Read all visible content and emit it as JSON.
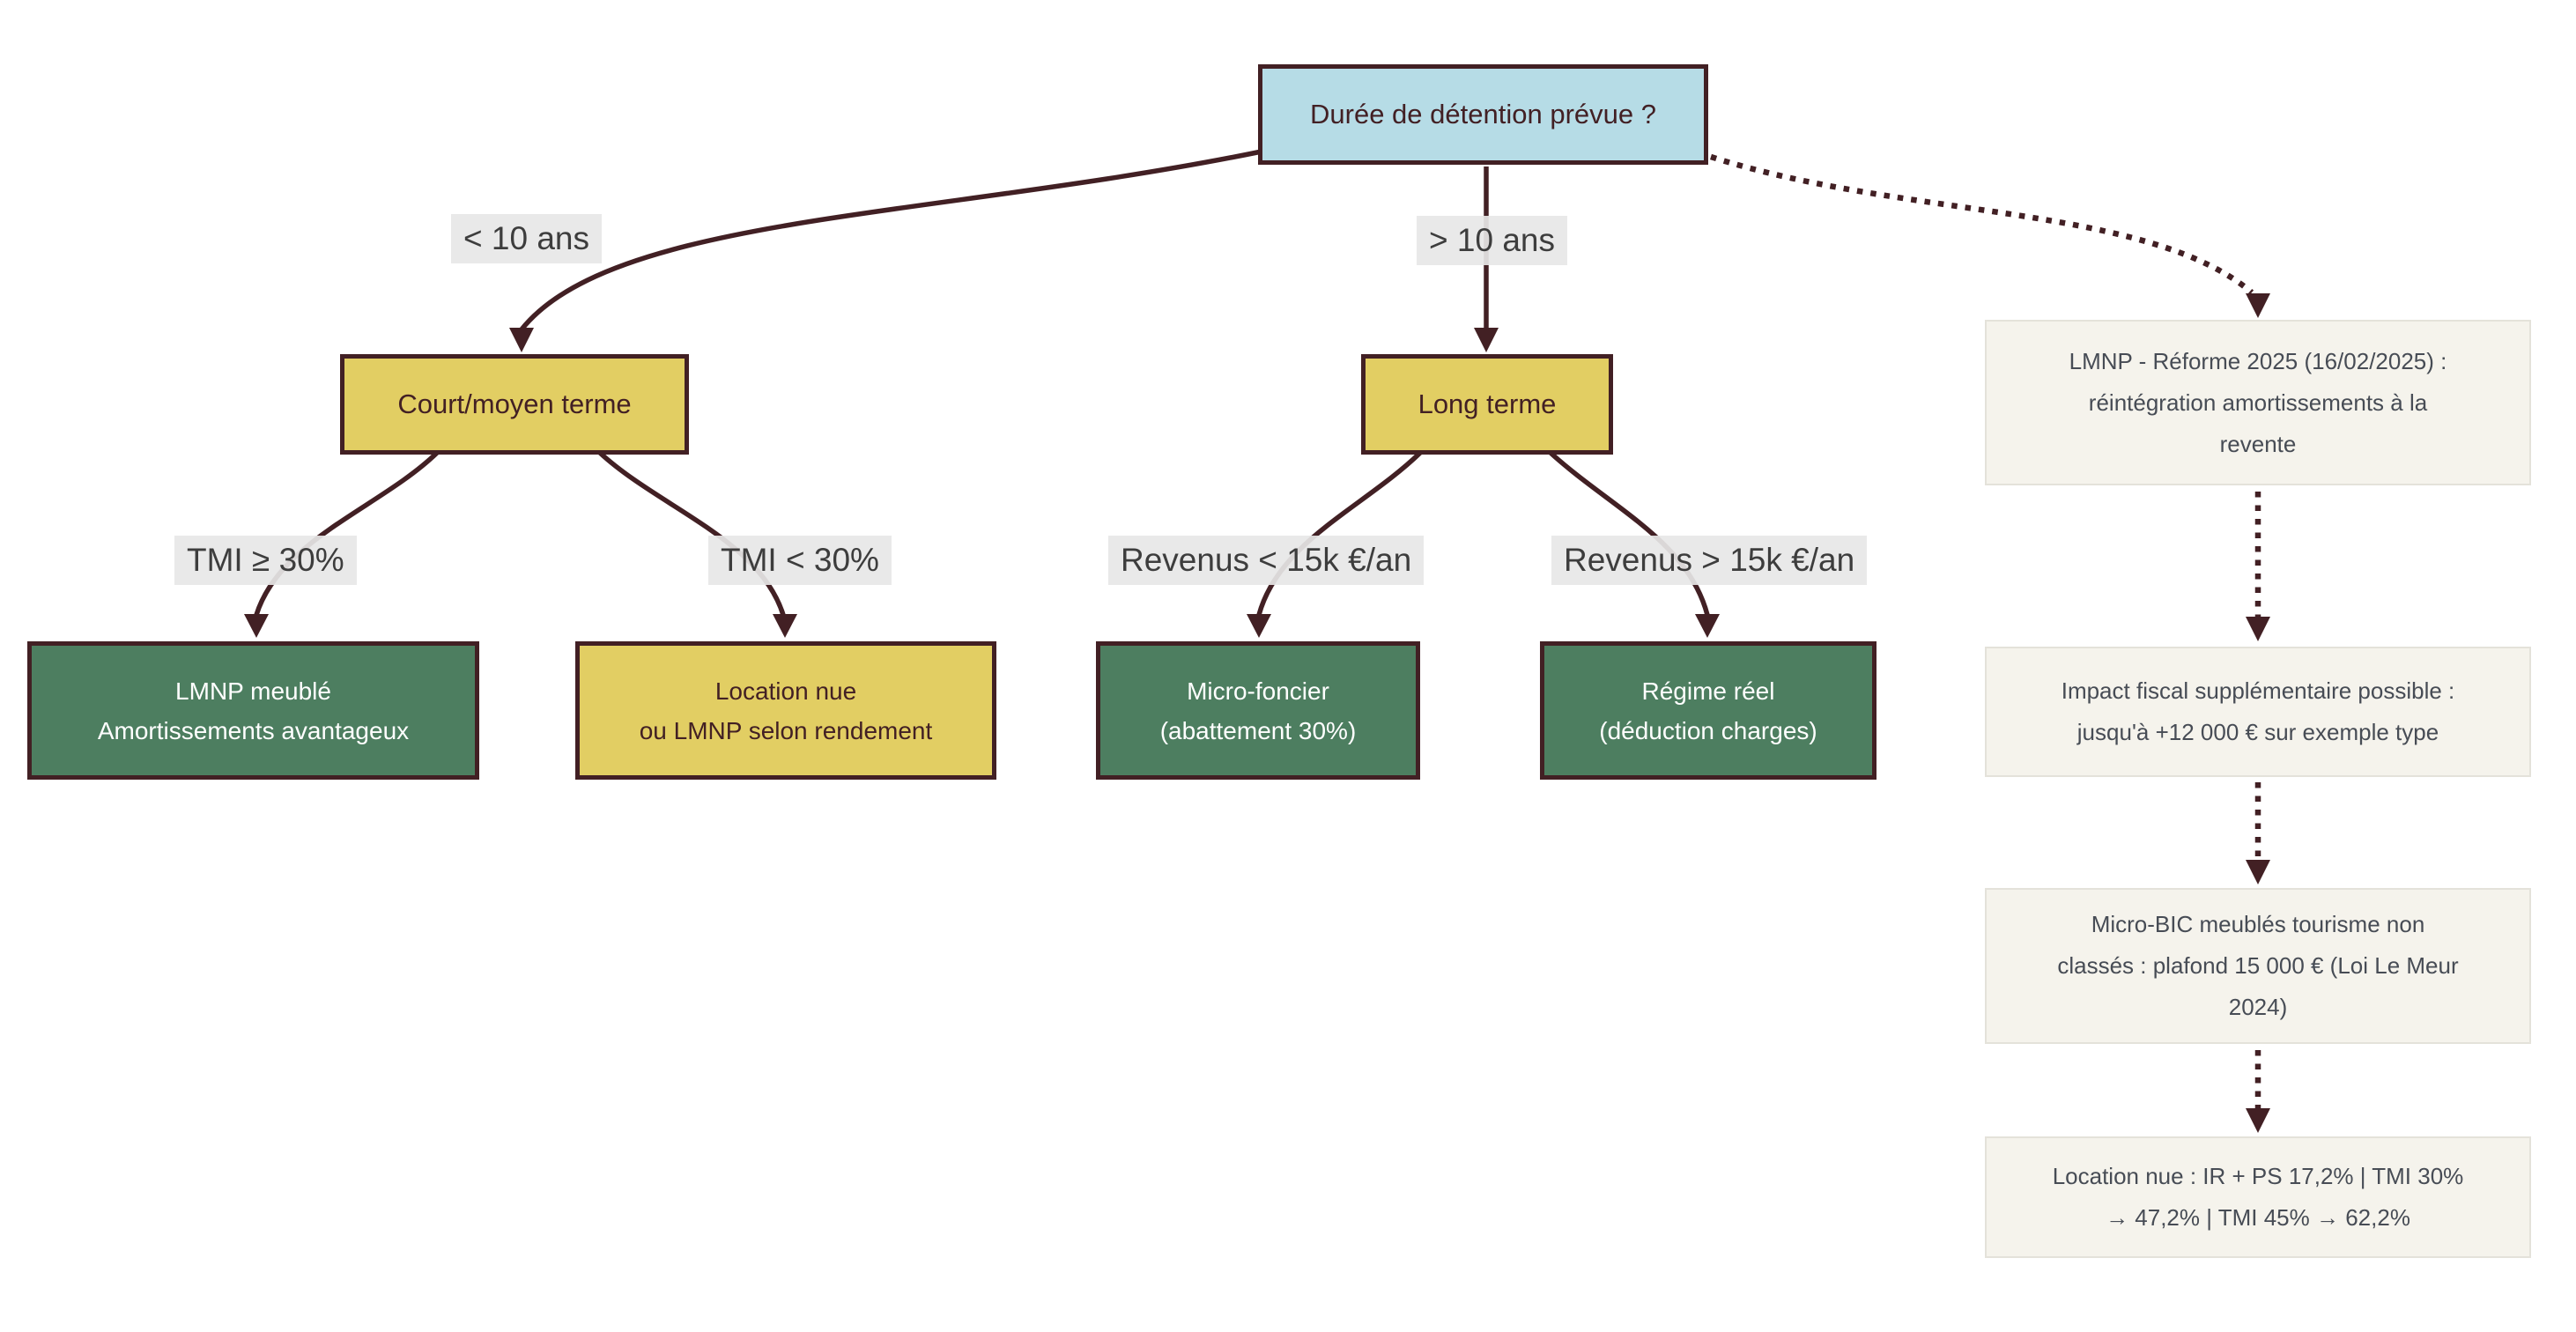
{
  "palette": {
    "maroon": "#422024",
    "blue": "#b6dce6",
    "yellow": "#e2ce63",
    "green": "#4d7e60",
    "label-text": "#3d3d3d",
    "note-bg": "#f5f3ec",
    "note-border": "#e4e2da",
    "note-text": "#474c55",
    "page-bg": "#ffffff"
  },
  "tree": {
    "root": "Durée de détention prévue ?",
    "edge_labels": {
      "lt10": "< 10 ans",
      "gt10": "> 10 ans",
      "tmi_ge30": "TMI ≥ 30%",
      "tmi_lt30": "TMI < 30%",
      "rev_lt15k": "Revenus < 15k €/an",
      "rev_gt15k": "Revenus > 15k €/an"
    },
    "branches": {
      "court_moyen": "Court/moyen terme",
      "long_terme": "Long terme"
    },
    "leaves": [
      {
        "line1": "LMNP meublé",
        "line2": "Amortissements avantageux"
      },
      {
        "line1": "Location nue",
        "line2": "ou LMNP selon rendement"
      },
      {
        "line1": "Micro-foncier",
        "line2": "(abattement 30%)"
      },
      {
        "line1": "Régime réel",
        "line2": "(déduction charges)"
      }
    ]
  },
  "notes": [
    {
      "text": "LMNP - Réforme 2025 (16/02/2025) :\nréintégration amortissements à la\nrevente"
    },
    {
      "text": "Impact fiscal supplémentaire possible :\njusqu'à +12 000 € sur exemple type"
    },
    {
      "text": "Micro-BIC meublés tourisme non\nclassés : plafond 15 000 € (Loi Le Meur\n2024)"
    },
    {
      "text": "Location nue : IR + PS 17,2% | TMI 30%\n→ 47,2% | TMI 45% → 62,2%"
    }
  ]
}
